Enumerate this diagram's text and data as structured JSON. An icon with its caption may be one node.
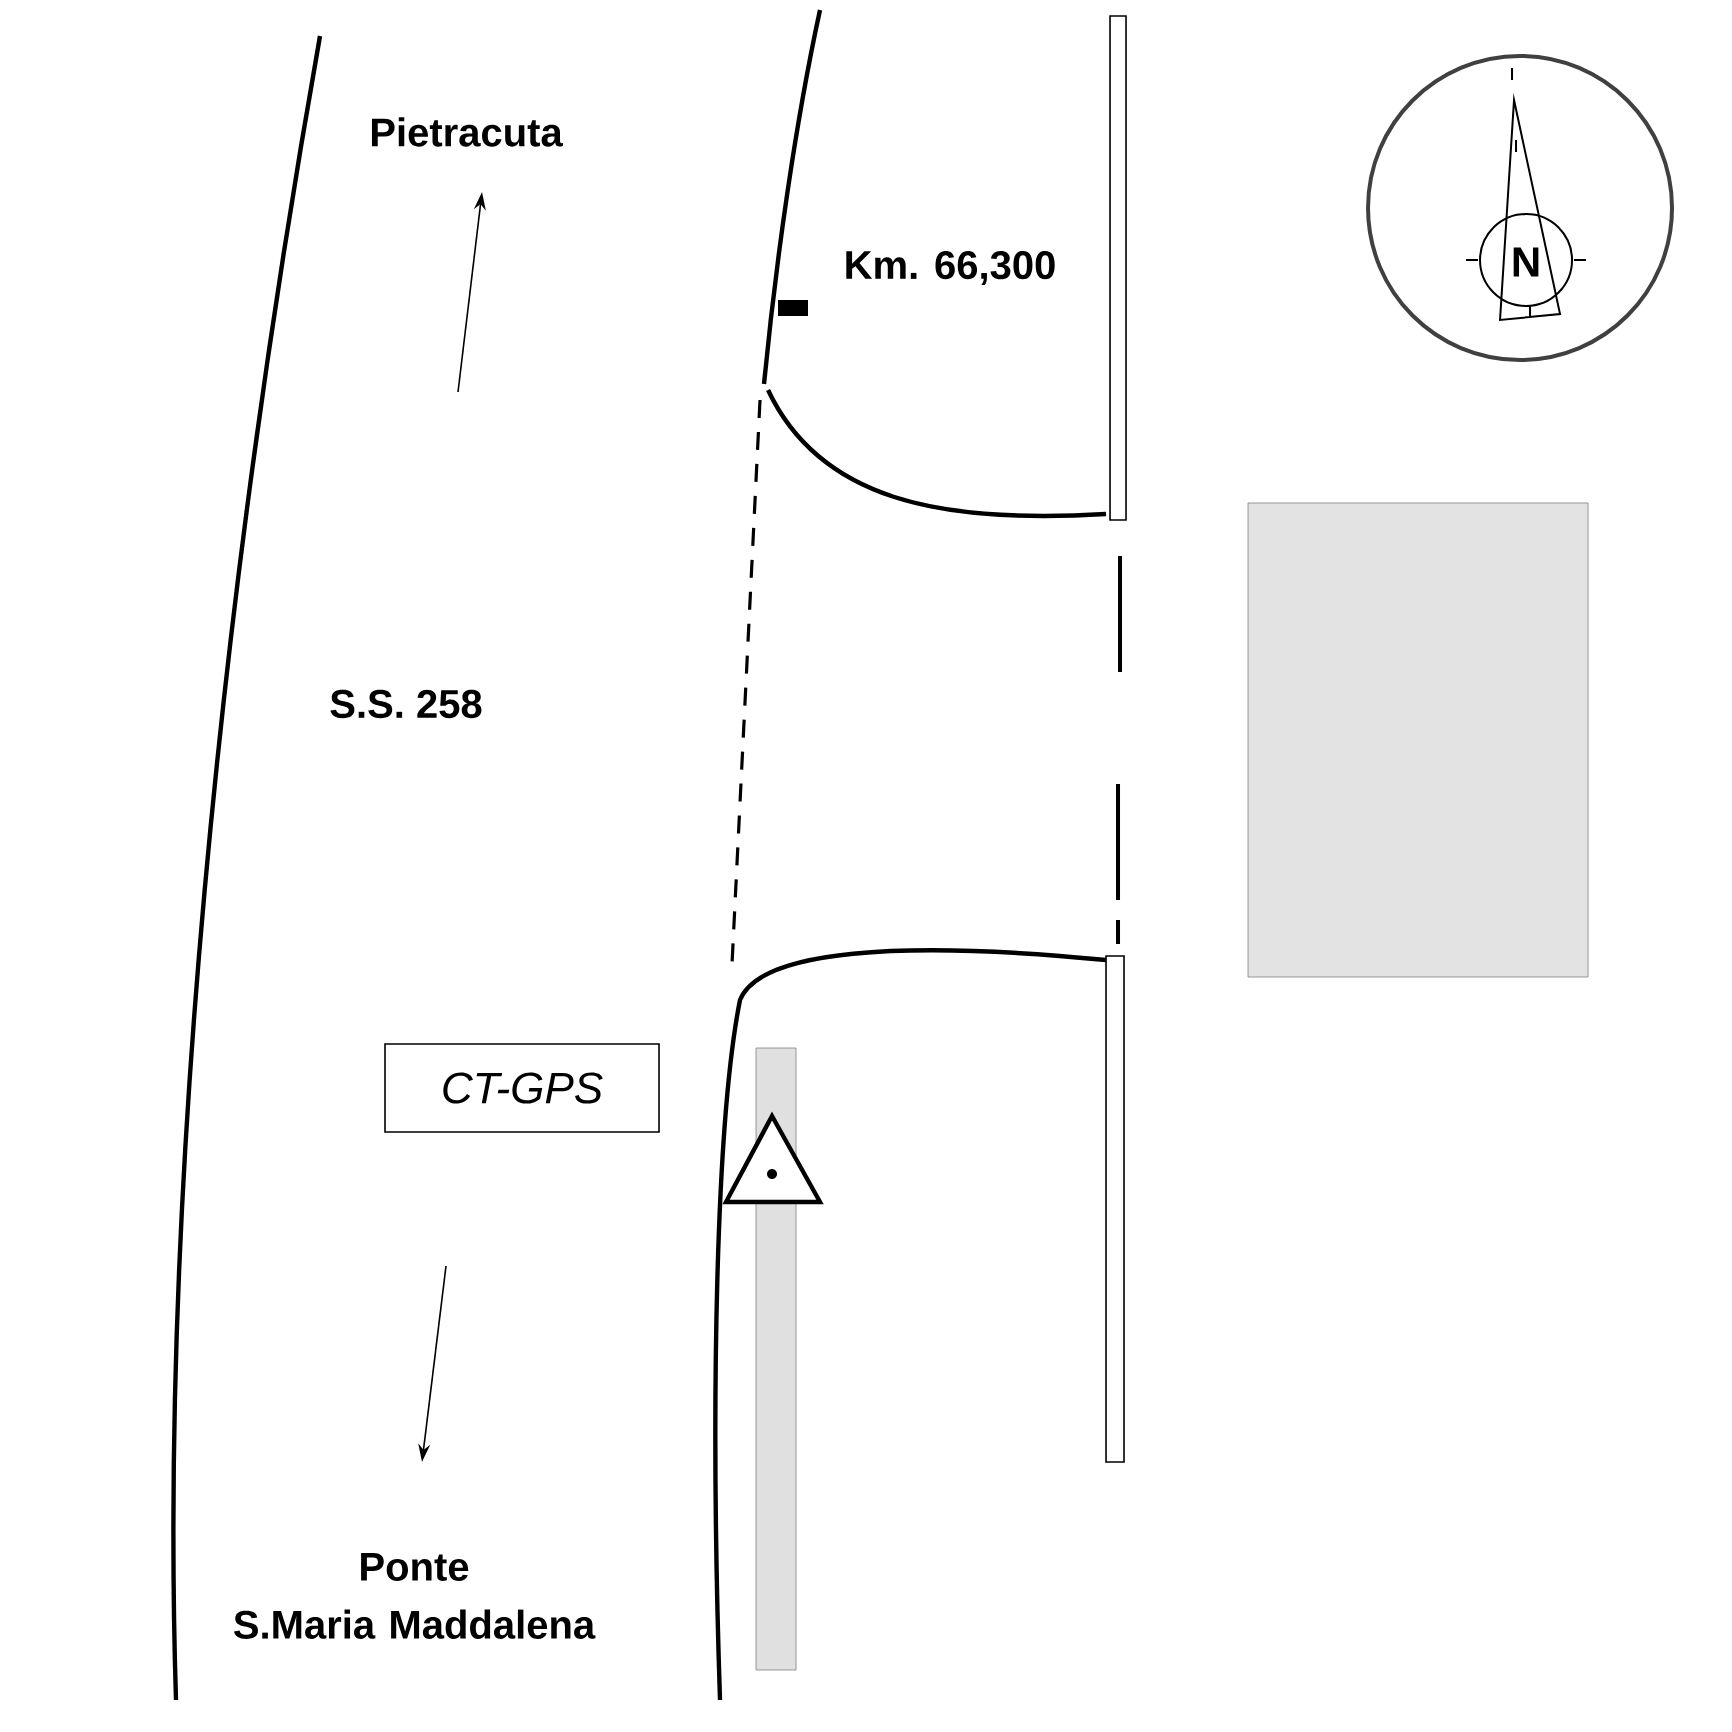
{
  "diagram": {
    "nodes": [
      {
        "text": [
          "CT-GPS"
        ]
      },
      {
        "text": [],
        "shape": "box"
      }
    ],
    "labels": [
      "Pietracuta",
      "Km. 66,300",
      "S.S. 258",
      "Ponte S.Maria Maddalena",
      "N"
    ]
  }
}
